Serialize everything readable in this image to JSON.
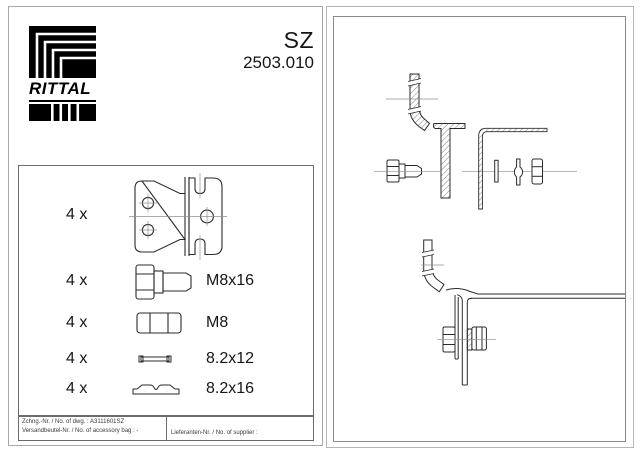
{
  "header": {
    "product_code": "SZ",
    "model_number": "2503.010"
  },
  "brand": {
    "name": "RITTAL"
  },
  "parts": {
    "items": [
      {
        "qty": "4 x",
        "label": ""
      },
      {
        "qty": "4 x",
        "label": "M8x16"
      },
      {
        "qty": "4 x",
        "label": "M8"
      },
      {
        "qty": "4 x",
        "label": "8.2x12"
      },
      {
        "qty": "4 x",
        "label": "8.2x16"
      }
    ]
  },
  "title_block": {
    "drawing_number": "Zchng.-Nr. / No. of dwg. : A3111601SZ",
    "accessory_bag": "Versandbeutel-Nr. / No. of accessory bag : -",
    "supplier": "Lieferanten-Nr. / No. of supplier :"
  },
  "colors": {
    "line": "#2b2b2b",
    "centerline": "#8f8f8f",
    "border": "#6b6b6b"
  }
}
